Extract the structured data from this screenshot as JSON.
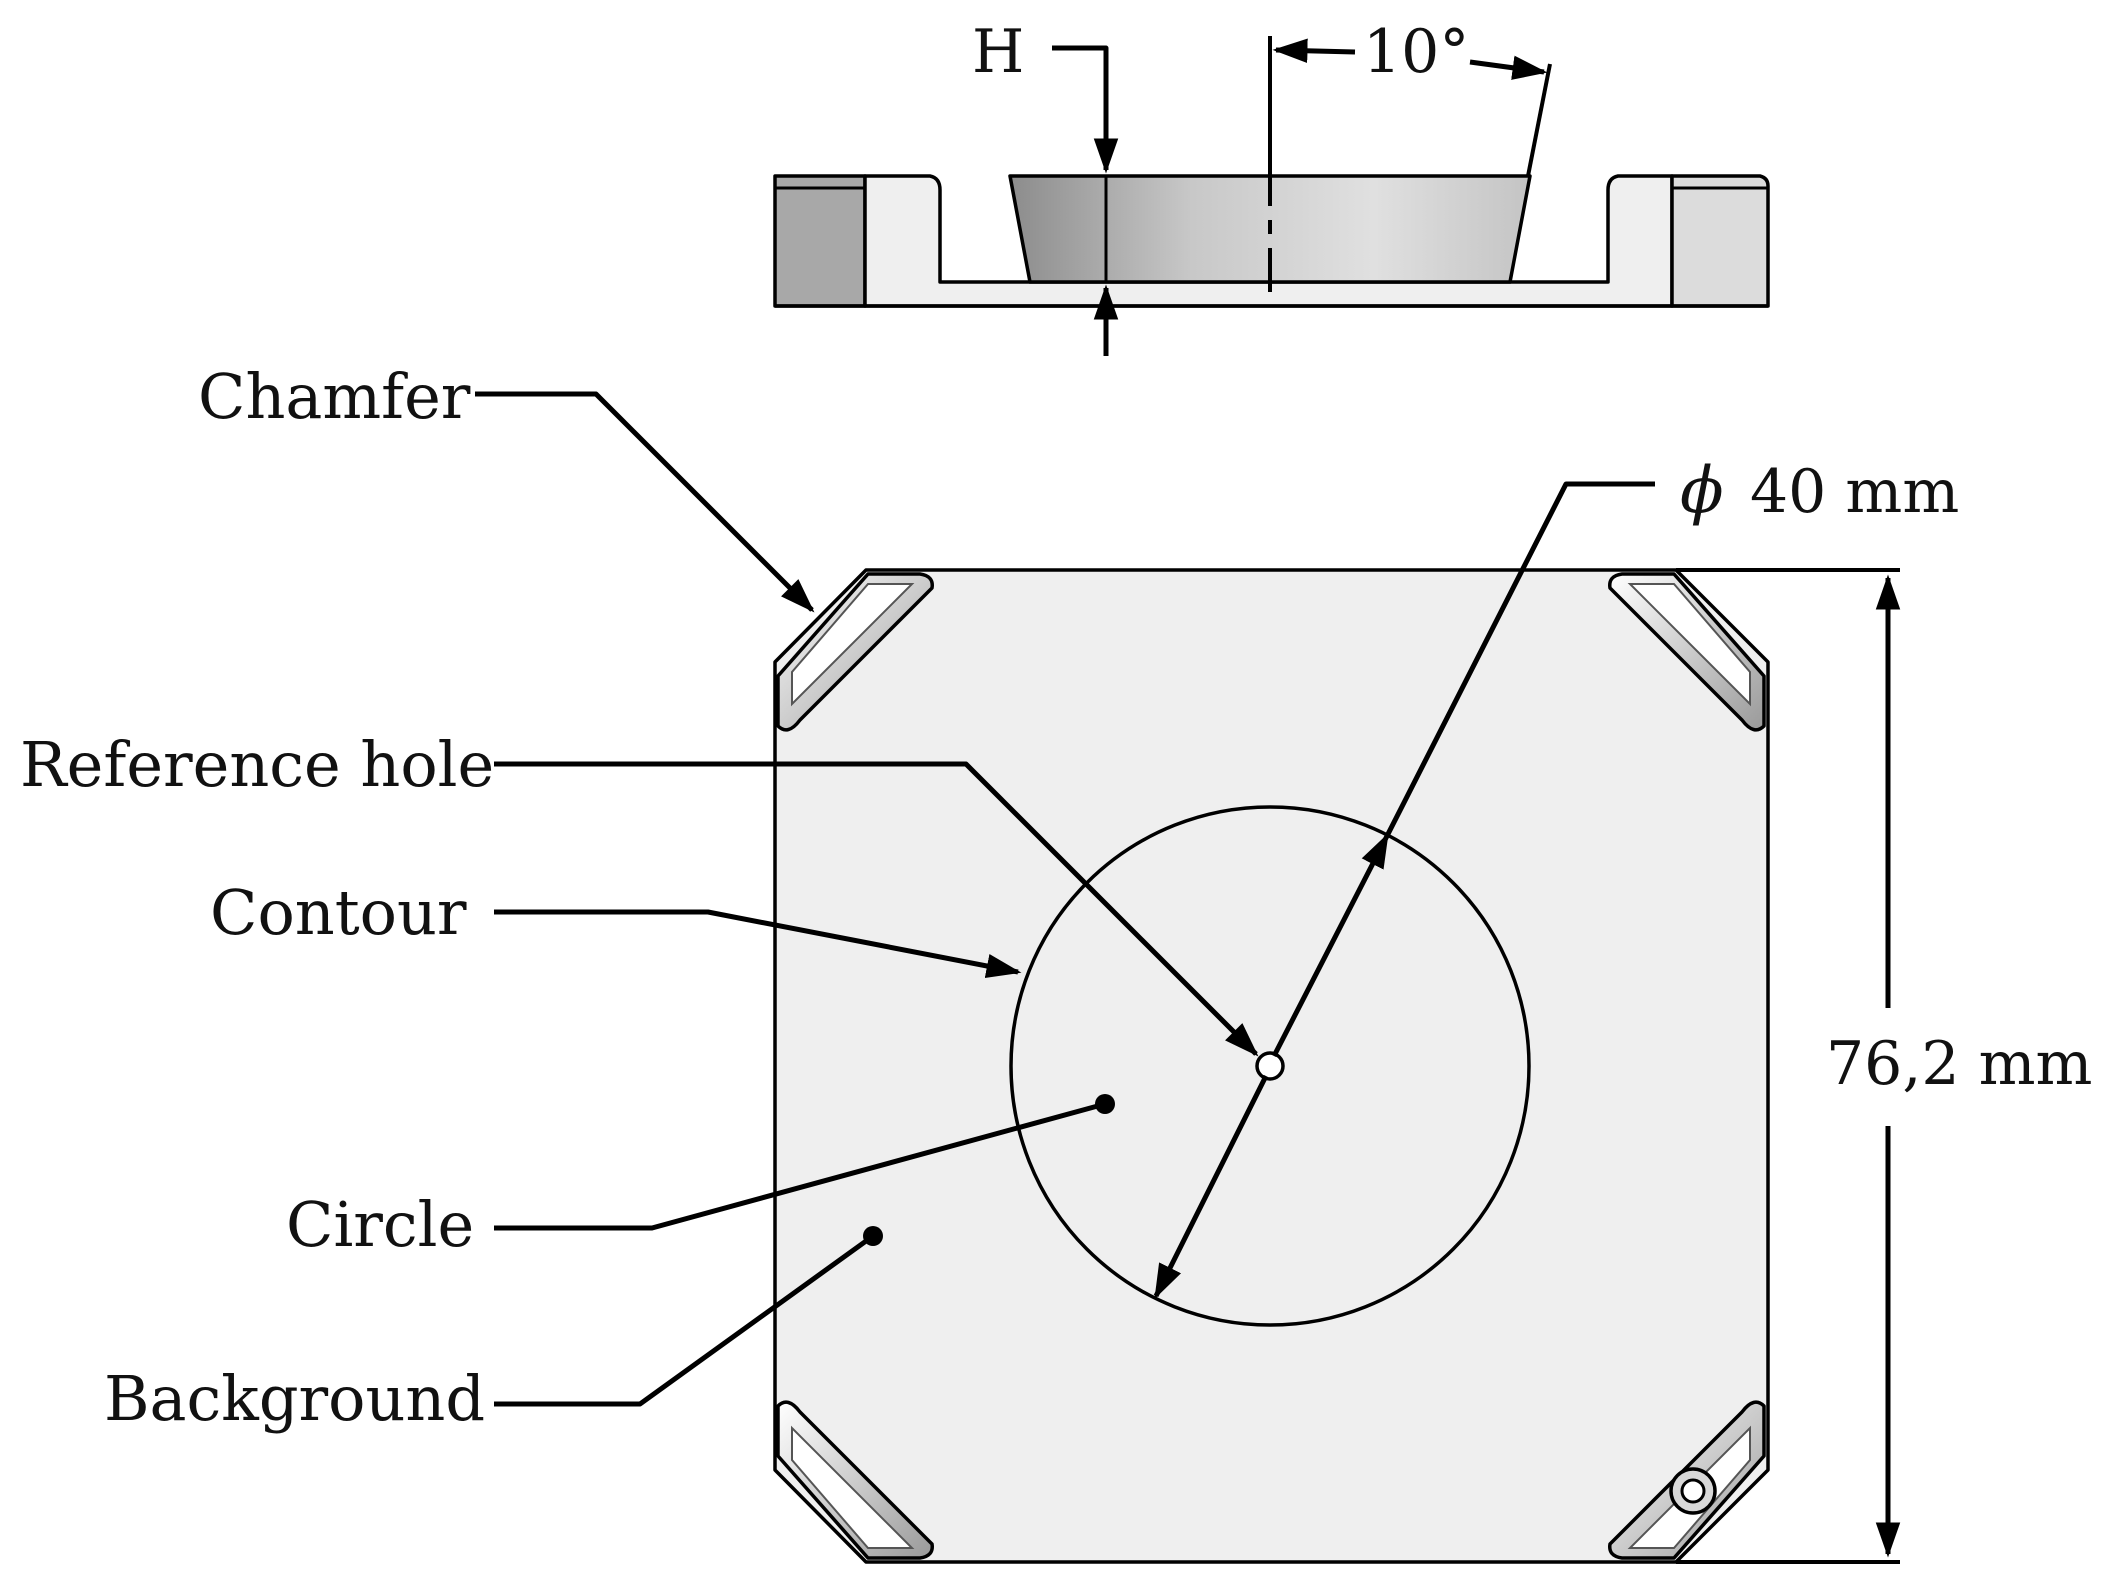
{
  "labels": {
    "height": "H",
    "angle": "10°",
    "chamfer": "Chamfer",
    "diameter": "40 mm",
    "diameter_symbol": "ϕ",
    "reference_hole": "Reference hole",
    "contour": "Contour",
    "circle": "Circle",
    "background": "Background",
    "side_length": "76,2 mm"
  },
  "colors": {
    "plate": "#efefef",
    "outline": "#000000",
    "cone_dark": "#8c8c8c",
    "cone_light": "#dcdcdc",
    "side_dark": "#a6a6a6"
  }
}
